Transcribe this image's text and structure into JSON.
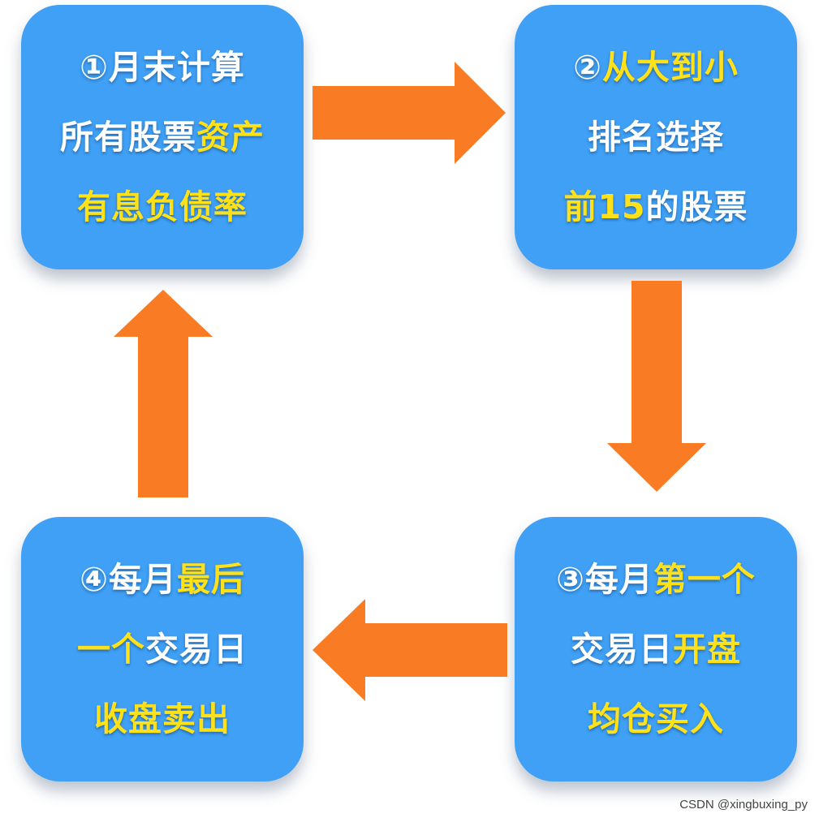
{
  "steps": [
    {
      "lines": [
        [
          {
            "text": "①月末计算",
            "color": "white"
          }
        ],
        [
          {
            "text": "所有股票",
            "color": "white"
          },
          {
            "text": "资产",
            "color": "yellow"
          }
        ],
        [
          {
            "text": "有息负债率",
            "color": "yellow"
          }
        ]
      ]
    },
    {
      "lines": [
        [
          {
            "text": "②",
            "color": "white"
          },
          {
            "text": "从大到小",
            "color": "yellow"
          }
        ],
        [
          {
            "text": "排名选择",
            "color": "white"
          }
        ],
        [
          {
            "text": "前15",
            "color": "yellow"
          },
          {
            "text": "的股票",
            "color": "white"
          }
        ]
      ]
    },
    {
      "lines": [
        [
          {
            "text": "③每月",
            "color": "white"
          },
          {
            "text": "第一个",
            "color": "yellow"
          }
        ],
        [
          {
            "text": "交易日",
            "color": "white"
          },
          {
            "text": "开盘",
            "color": "yellow"
          }
        ],
        [
          {
            "text": "均仓买入",
            "color": "yellow"
          }
        ]
      ]
    },
    {
      "lines": [
        [
          {
            "text": "④每月",
            "color": "white"
          },
          {
            "text": "最后",
            "color": "yellow"
          }
        ],
        [
          {
            "text": "一个",
            "color": "yellow"
          },
          {
            "text": "交易日",
            "color": "white"
          }
        ],
        [
          {
            "text": "收盘卖出",
            "color": "yellow"
          }
        ]
      ]
    }
  ],
  "watermark": "CSDN @xingbuxing_py",
  "colors": {
    "box": "#3fa0f5",
    "arrow": "#f97b23",
    "text_white": "#ffffff",
    "text_yellow": "#ffe11a"
  }
}
